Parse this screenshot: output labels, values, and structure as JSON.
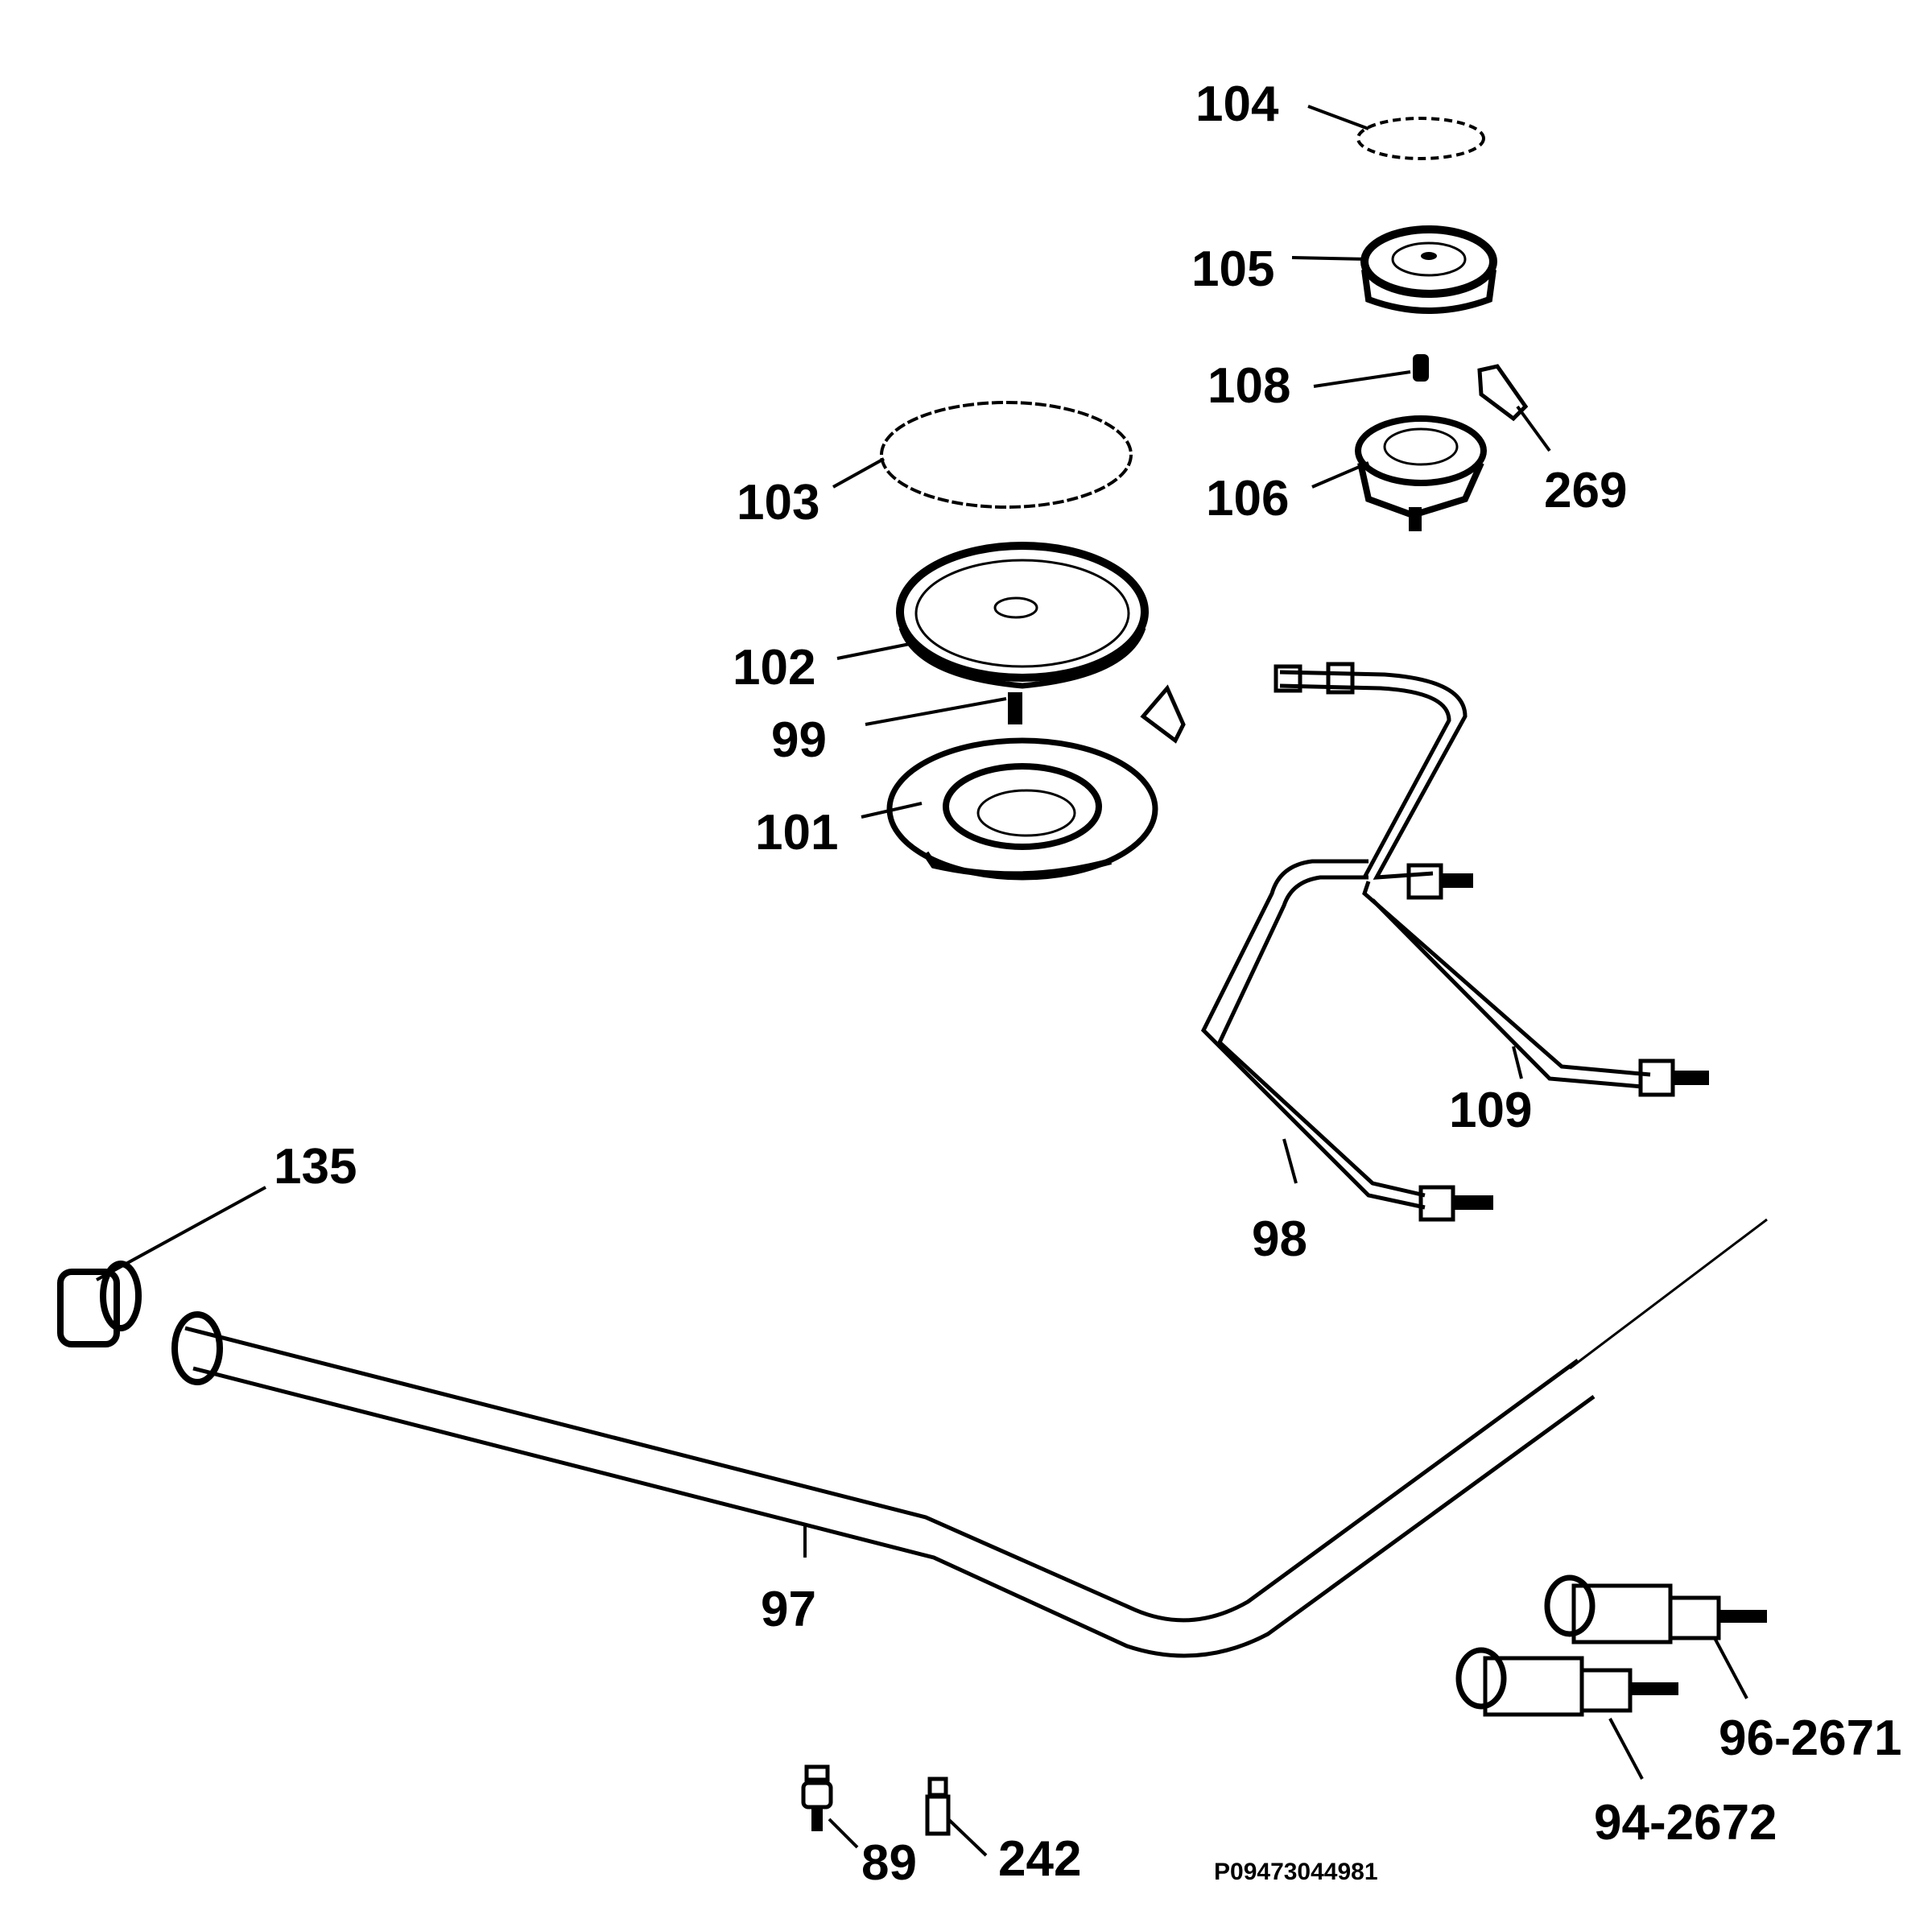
{
  "labels": {
    "p104": "104",
    "p105": "105",
    "p108": "108",
    "p269": "269",
    "p106": "106",
    "p103": "103",
    "p102": "102",
    "p99": "99",
    "p101": "101",
    "p109": "109",
    "p98": "98",
    "p135": "135",
    "p97": "97",
    "p96": "96-2671",
    "p94": "94-2672",
    "p89": "89",
    "p242": "242"
  },
  "drawing_code": "P09473044981"
}
